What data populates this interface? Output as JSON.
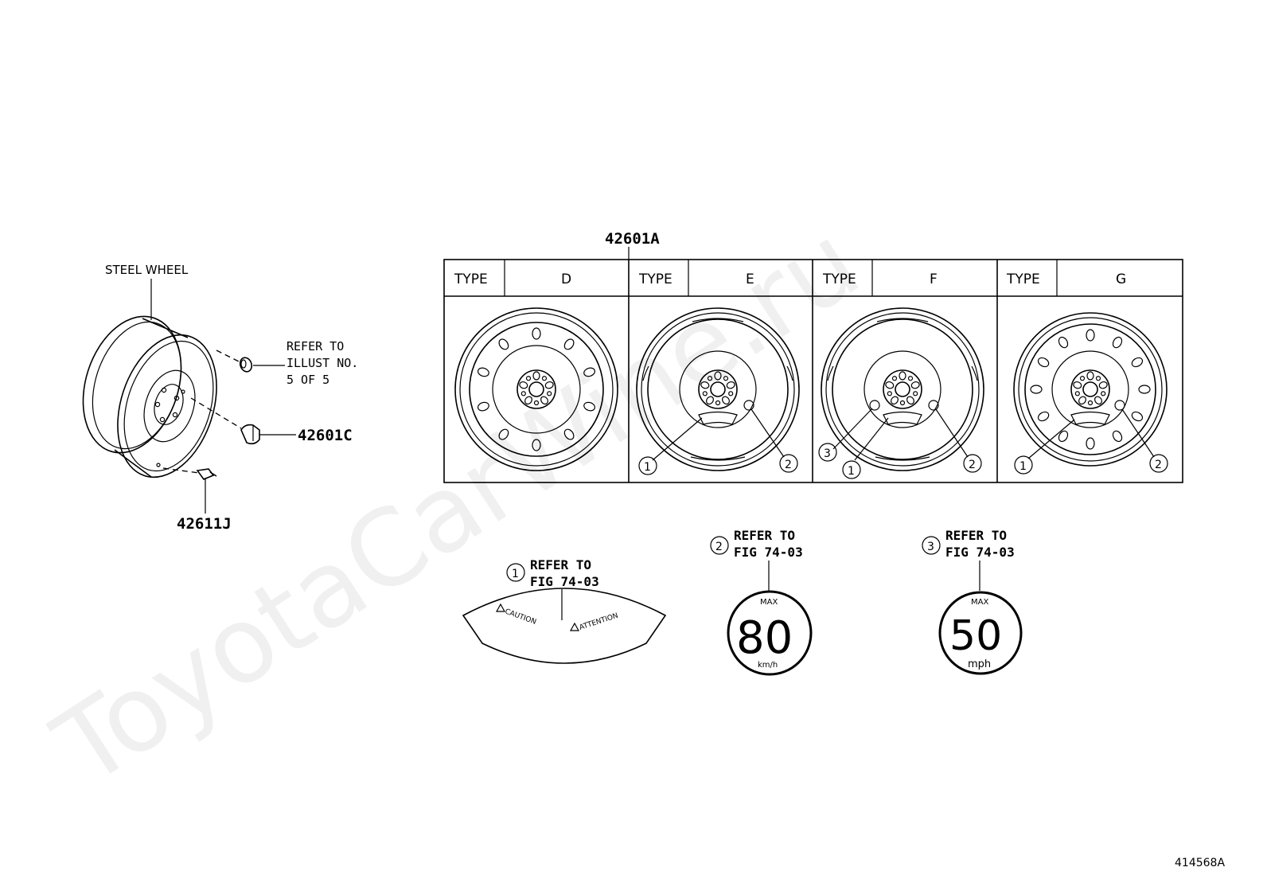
{
  "watermark": "ToyotaCarWine.ru",
  "left_assembly": {
    "steel_wheel_label": "STEEL WHEEL",
    "refer_lines": [
      "REFER TO",
      "ILLUST NO.",
      "5 OF 5"
    ],
    "nut_part": "42601C",
    "valve_part": "42611J"
  },
  "table": {
    "part_number": "42601A",
    "types": [
      {
        "label": "TYPE",
        "value": "D",
        "callouts": []
      },
      {
        "label": "TYPE",
        "value": "E",
        "callouts": [
          "1",
          "2"
        ]
      },
      {
        "label": "TYPE",
        "value": "F",
        "callouts": [
          "3",
          "1",
          "2"
        ]
      },
      {
        "label": "TYPE",
        "value": "G",
        "callouts": [
          "1",
          "2"
        ]
      }
    ]
  },
  "labels": [
    {
      "num": "1",
      "refer": "REFER TO",
      "fig": "FIG 74-03",
      "caution": "CAUTION",
      "attention": "ATTENTION"
    },
    {
      "num": "2",
      "refer": "REFER TO",
      "fig": "FIG 74-03",
      "max": "MAX",
      "speed": "80",
      "unit": "km/h"
    },
    {
      "num": "3",
      "refer": "REFER TO",
      "fig": "FIG 74-03",
      "max": "MAX",
      "speed": "50",
      "unit": "mph"
    }
  ],
  "figure_id": "414568A"
}
